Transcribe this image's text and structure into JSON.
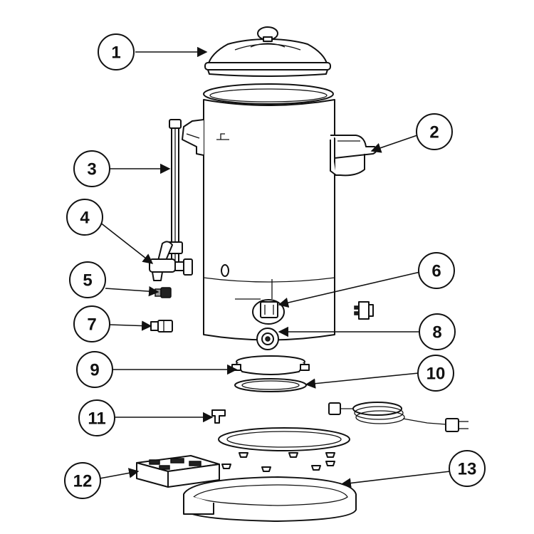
{
  "callouts": [
    {
      "id": "1",
      "label": "1"
    },
    {
      "id": "2",
      "label": "2"
    },
    {
      "id": "3",
      "label": "3"
    },
    {
      "id": "4",
      "label": "4"
    },
    {
      "id": "5",
      "label": "5"
    },
    {
      "id": "6",
      "label": "6"
    },
    {
      "id": "7",
      "label": "7"
    },
    {
      "id": "8",
      "label": "8"
    },
    {
      "id": "9",
      "label": "9"
    },
    {
      "id": "10",
      "label": "10"
    },
    {
      "id": "11",
      "label": "11"
    },
    {
      "id": "12",
      "label": "12"
    },
    {
      "id": "13",
      "label": "13"
    }
  ],
  "colors": {
    "line": "#111111",
    "background": "#ffffff",
    "accent_dark": "#222222",
    "accent_grey": "#9a9a9a"
  }
}
